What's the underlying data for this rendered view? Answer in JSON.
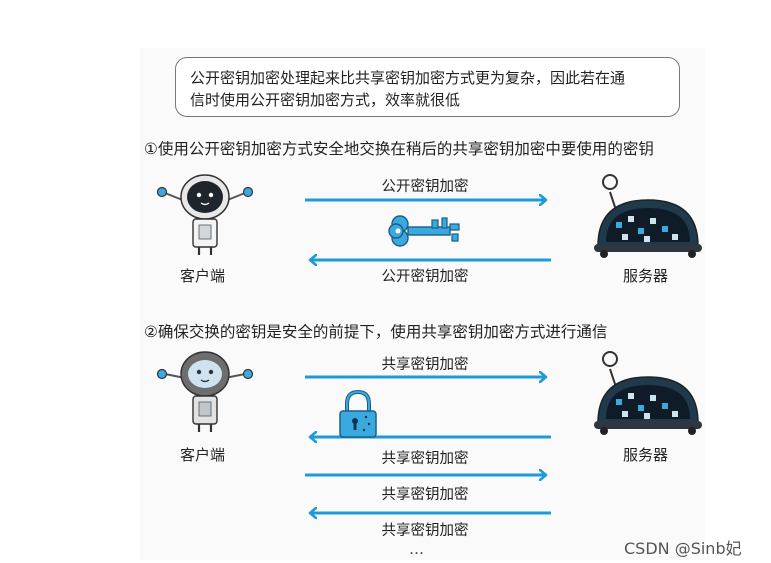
{
  "note": {
    "line1": "公开密钥加密处理起来比共享密钥加密方式更为复杂，因此若在通",
    "line2": "信时使用公开密钥加密方式，效率就很低"
  },
  "section1": {
    "title": "①使用公开密钥加密方式安全地交换在稍后的共享密钥加密中要使用的密钥",
    "client_label": "客户端",
    "server_label": "服务器",
    "arrow_top_label": "公开密钥加密",
    "arrow_bottom_label": "公开密钥加密",
    "key_icon": "key-icon"
  },
  "section2": {
    "title": "②确保交换的密钥是安全的前提下，使用共享密钥加密方式进行通信",
    "client_label": "客户端",
    "server_label": "服务器",
    "arrow_labels": [
      "共享密钥加密",
      "共享密钥加密",
      "共享密钥加密",
      "共享密钥加密"
    ],
    "ellipsis": "…",
    "lock_icon": "padlock-icon"
  },
  "watermark": "CSDN @Sinb妃",
  "colors": {
    "arrow": "#1e9bd7",
    "robot_dark": "#2f3640",
    "robot_face": "#1f252c",
    "server_body": "#1f3a4d",
    "server_screen": "#0f1c28",
    "accent_blue": "#3aa9e0"
  }
}
